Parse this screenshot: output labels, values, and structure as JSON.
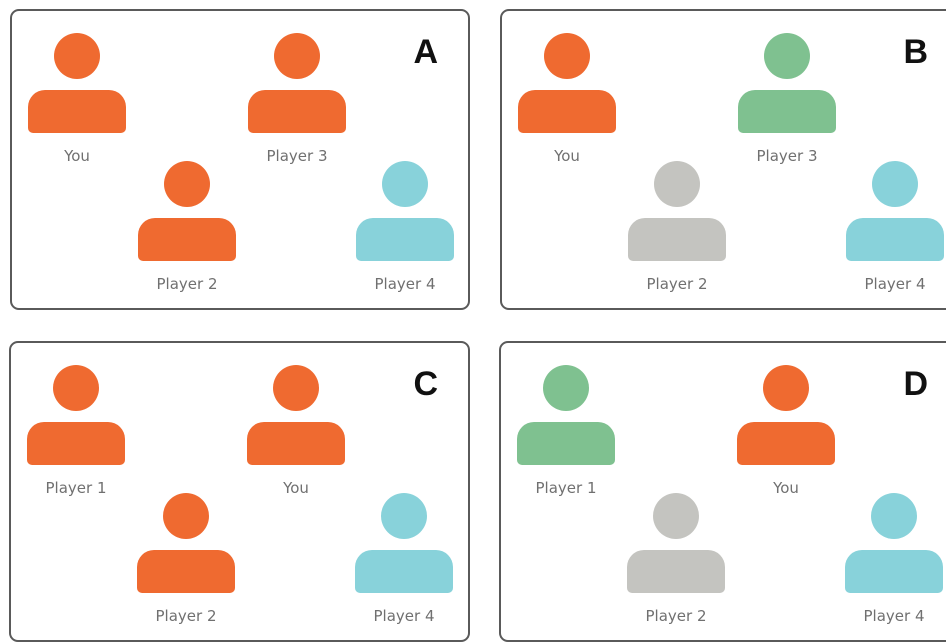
{
  "colors": {
    "orange": "#ef6a30",
    "green": "#7fc190",
    "gray": "#c4c4c0",
    "cyan": "#88d2da"
  },
  "panels": [
    {
      "letter": "A",
      "players": [
        {
          "label": "You",
          "color": "#ef6a30"
        },
        {
          "label": "Player 3",
          "color": "#ef6a30"
        },
        {
          "label": "Player 2",
          "color": "#ef6a30"
        },
        {
          "label": "Player 4",
          "color": "#88d2da"
        }
      ]
    },
    {
      "letter": "B",
      "players": [
        {
          "label": "You",
          "color": "#ef6a30"
        },
        {
          "label": "Player 3",
          "color": "#7fc190"
        },
        {
          "label": "Player 2",
          "color": "#c4c4c0"
        },
        {
          "label": "Player 4",
          "color": "#88d2da"
        }
      ]
    },
    {
      "letter": "C",
      "players": [
        {
          "label": "Player 1",
          "color": "#ef6a30"
        },
        {
          "label": "You",
          "color": "#ef6a30"
        },
        {
          "label": "Player 2",
          "color": "#ef6a30"
        },
        {
          "label": "Player 4",
          "color": "#88d2da"
        }
      ]
    },
    {
      "letter": "D",
      "players": [
        {
          "label": "Player 1",
          "color": "#7fc190"
        },
        {
          "label": "You",
          "color": "#ef6a30"
        },
        {
          "label": "Player 2",
          "color": "#c4c4c0"
        },
        {
          "label": "Player 4",
          "color": "#88d2da"
        }
      ]
    }
  ]
}
